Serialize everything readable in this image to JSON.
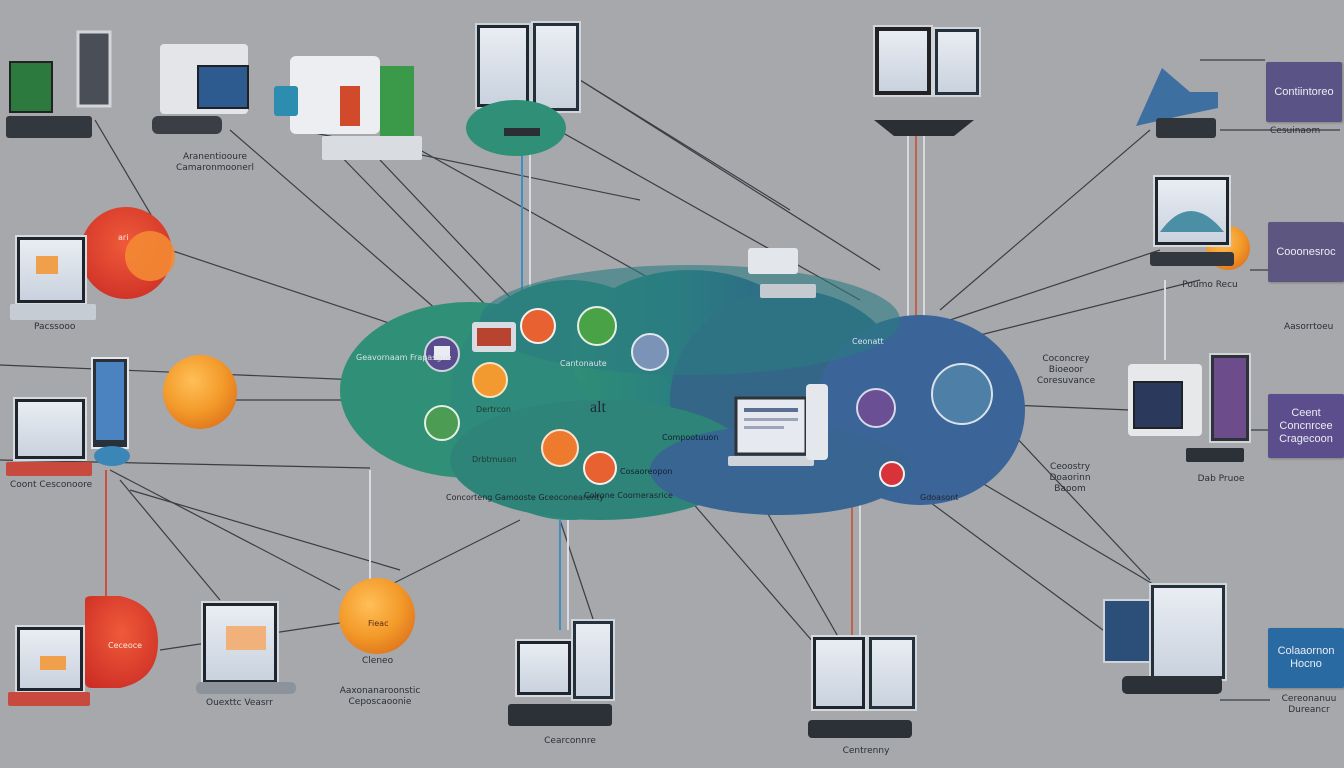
{
  "diagram": {
    "center_label": "alt",
    "cloud_labels": [
      "Geavornaam Frapasgue",
      "Dertrcon",
      "Drbtmuson",
      "Cantonaute",
      "Compootuuon",
      "Cosaoreopon",
      "Gdoasont",
      "Ceonatt",
      "Concorteng Gamooste Gceoconearenty",
      "Colrone Coornerasrice"
    ],
    "captions": {
      "top_left": "Aranentiooure Camaronmoonerl",
      "left_mid": "Pacssooo",
      "left_low": "Coont Cesconoore",
      "bottom_left": "Ouexttc Veasrr",
      "bottom_cluster": "Cleneo",
      "bottom_cluster2": "Aaxonanaroonstic Ceposcaoonie",
      "bottom_mid": "Cearconnre",
      "bottom_center": "Centrenny",
      "bottom_right": "Cereonanuu Dureancr",
      "right_caption_1": "Cesuinaom",
      "right_caption_2": "Poumo Recu",
      "right_caption_3": "Aasorrtoeu",
      "right_caption_4": "Dab Pruoe",
      "mid_right_1": "Coconcrey Bioeoor Coresuvance",
      "mid_right_2": "Ceoostry Doaorinn Baoom"
    },
    "boxes": [
      {
        "lines": [
          "Contiintoreo"
        ],
        "color": "#5a5486"
      },
      {
        "lines": [
          "Cooonesroc"
        ],
        "color": "#5d5680"
      },
      {
        "lines": [
          "Ceent",
          "Concnrcee",
          "Cragecoon"
        ],
        "color": "#5c4e8c"
      },
      {
        "lines": [
          "Colaaornon",
          "Hocno"
        ],
        "color": "#2a6aa3"
      }
    ],
    "orb_labels": [
      "ari",
      "Ceceoce",
      "Fieac"
    ]
  }
}
